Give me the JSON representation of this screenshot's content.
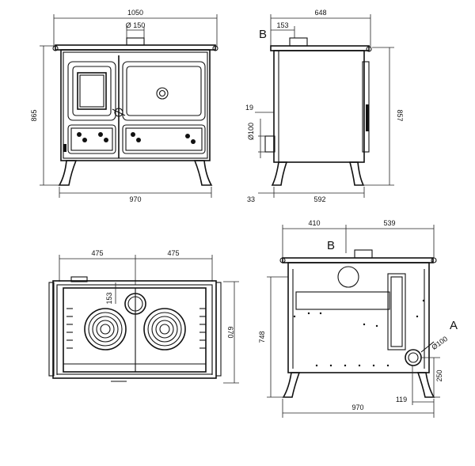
{
  "front_view": {
    "width_top": "1050",
    "flue_diameter": "Ø 150",
    "height_left": "865",
    "width_bottom": "970"
  },
  "side_view": {
    "depth_top": "648",
    "flue_offset": "153",
    "label": "B",
    "dim_19": "19",
    "inlet_diameter": "Ø100",
    "height_right": "857",
    "dim_33": "33",
    "depth_bottom": "592"
  },
  "top_view": {
    "half_left": "475",
    "half_right": "475",
    "flue_offset": "153",
    "depth_right": "670"
  },
  "rear_view": {
    "dim_left": "410",
    "dim_right": "539",
    "label_b": "B",
    "label_a": "A",
    "outlet_diameter": "Ø100",
    "height_left": "748",
    "height_outlet": "250",
    "dim_119": "119",
    "width_bottom": "970"
  }
}
